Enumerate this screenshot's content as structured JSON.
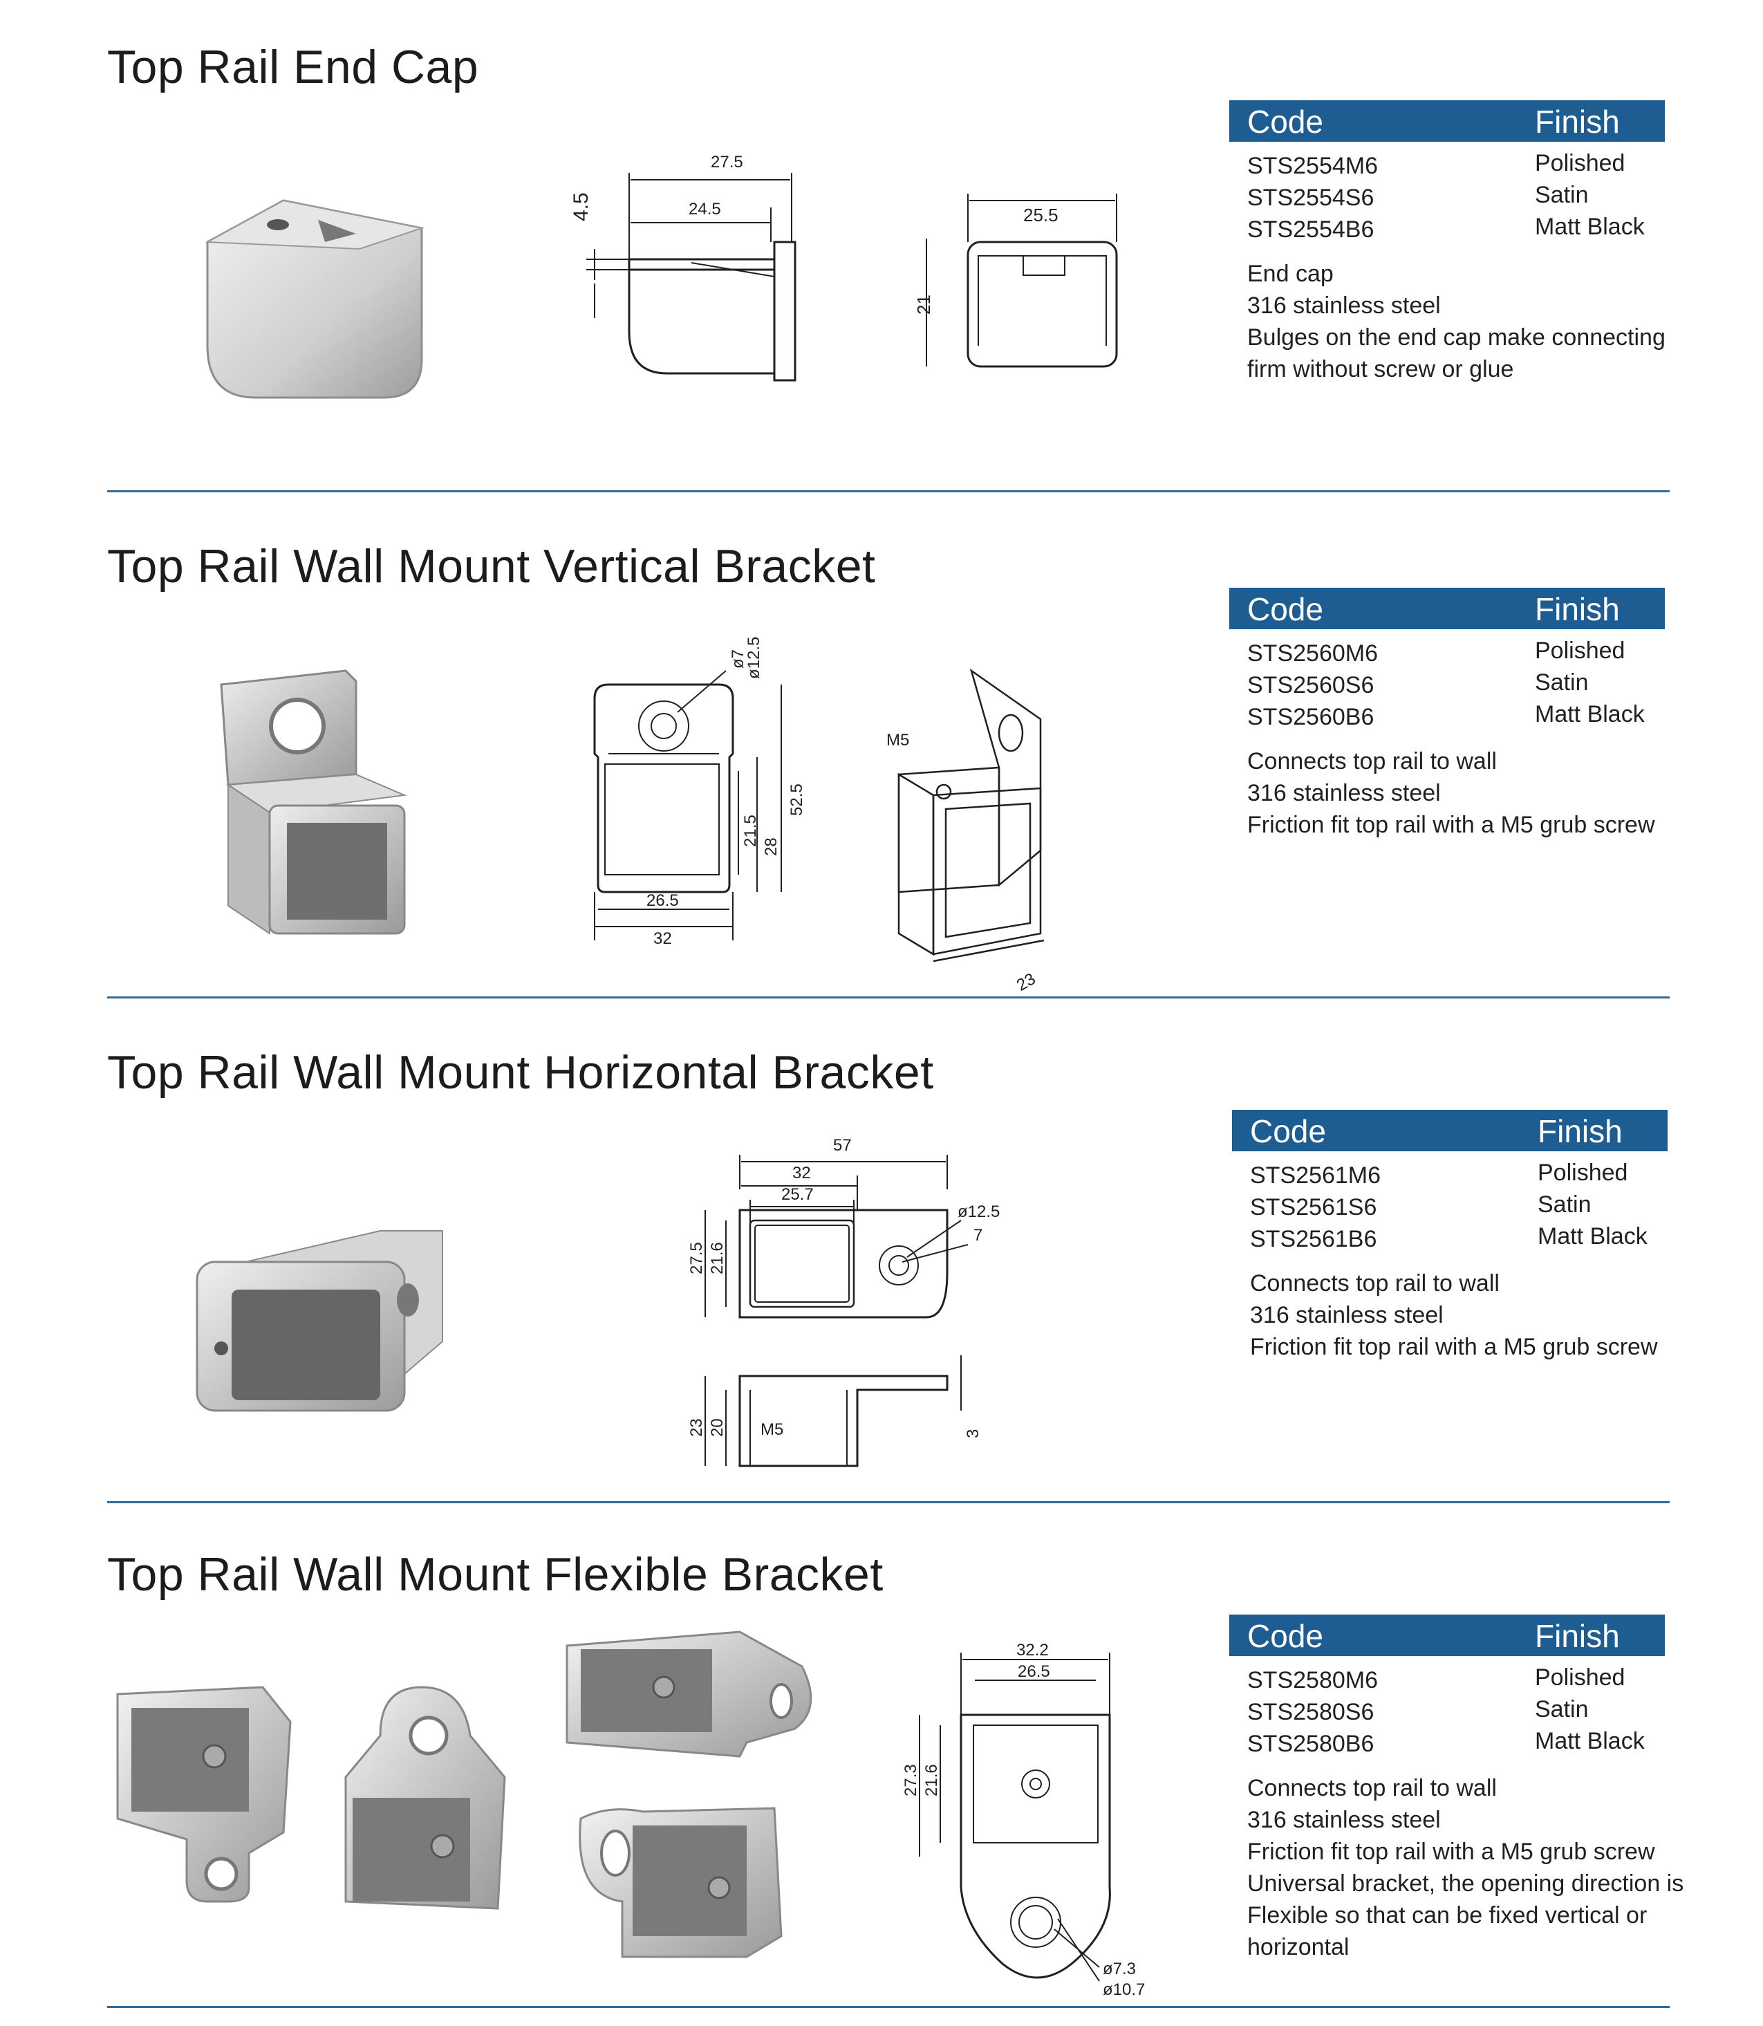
{
  "sections": [
    {
      "title": "Top Rail End Cap",
      "table": {
        "header_code": "Code",
        "header_finish": "Finish",
        "rows": [
          {
            "code": "STS2554M6",
            "finish": "Polished"
          },
          {
            "code": "STS2554S6",
            "finish": "Satin"
          },
          {
            "code": "STS2554B6",
            "finish": "Matt Black"
          }
        ],
        "notes": [
          "End cap",
          "316 stainless steel",
          "Bulges on the end cap make connecting",
          "firm without screw or glue"
        ]
      },
      "dims": {
        "d1": "27.5",
        "d2": "24.5",
        "d3": "4.5",
        "d4": "25.5",
        "d5": "21"
      }
    },
    {
      "title": "Top Rail Wall Mount Vertical Bracket",
      "table": {
        "header_code": "Code",
        "header_finish": "Finish",
        "rows": [
          {
            "code": "STS2560M6",
            "finish": "Polished"
          },
          {
            "code": "STS2560S6",
            "finish": "Satin"
          },
          {
            "code": "STS2560B6",
            "finish": "Matt Black"
          }
        ],
        "notes": [
          "Connects top rail to wall",
          "316 stainless steel",
          "Friction fit top rail with a M5 grub screw"
        ]
      },
      "dims": {
        "hole_small": "ø7",
        "hole_large": "ø12.5",
        "h_total": "52.5",
        "h_tube": "28",
        "h_inner": "21.5",
        "w_inner": "26.5",
        "w_outer": "32",
        "screw": "M5",
        "depth": "23"
      }
    },
    {
      "title": "Top Rail Wall Mount Horizontal Bracket",
      "table": {
        "header_code": "Code",
        "header_finish": "Finish",
        "rows": [
          {
            "code": "STS2561M6",
            "finish": "Polished"
          },
          {
            "code": "STS2561S6",
            "finish": "Satin"
          },
          {
            "code": "STS2561B6",
            "finish": "Matt Black"
          }
        ],
        "notes": [
          "Connects top rail to wall",
          "316 stainless steel",
          "Friction fit top rail with a M5 grub screw"
        ]
      },
      "dims": {
        "length": "57",
        "w_outer": "32",
        "w_inner": "25.7",
        "hole_large": "ø12.5",
        "hole_small": "7",
        "h_outer": "27.5",
        "h_inner": "21.6",
        "side_h_outer": "23",
        "side_h_inner": "20",
        "screw": "M5",
        "plate": "3"
      }
    },
    {
      "title": "Top Rail Wall Mount Flexible Bracket",
      "table": {
        "header_code": "Code",
        "header_finish": "Finish",
        "rows": [
          {
            "code": "STS2580M6",
            "finish": "Polished"
          },
          {
            "code": "STS2580S6",
            "finish": "Satin"
          },
          {
            "code": "STS2580B6",
            "finish": "Matt Black"
          }
        ],
        "notes": [
          "Connects top rail to wall",
          "316 stainless steel",
          "Friction fit top rail with a M5 grub screw",
          "Universal bracket, the opening direction is",
          "Flexible so that can be fixed vertical or",
          "horizontal"
        ]
      },
      "dims": {
        "w_outer": "32.2",
        "w_inner": "26.5",
        "h_outer": "27.3",
        "h_inner": "21.6",
        "hole_inner": "ø7.3",
        "hole_outer": "ø10.7"
      }
    }
  ],
  "colors": {
    "header_bg": "#1e5d92",
    "rule": "#2f6b9a",
    "steel": "#c9c9c9"
  }
}
